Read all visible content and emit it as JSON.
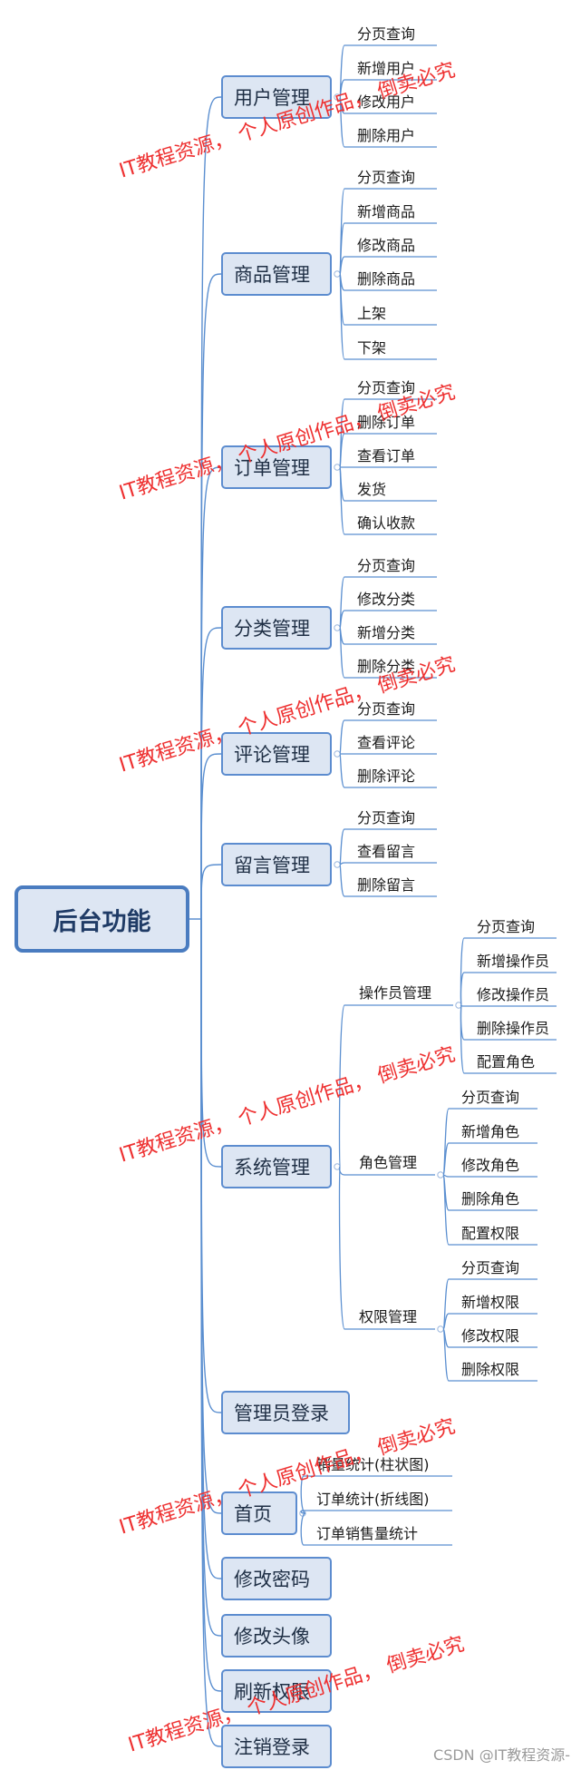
{
  "root": {
    "label": "后台功能"
  },
  "branches": [
    {
      "label": "用户管理",
      "children": [
        "分页查询",
        "新增用户",
        "修改用户",
        "删除用户"
      ]
    },
    {
      "label": "商品管理",
      "children": [
        "分页查询",
        "新增商品",
        "修改商品",
        "删除商品",
        "上架",
        "下架"
      ]
    },
    {
      "label": "订单管理",
      "children": [
        "分页查询",
        "删除订单",
        "查看订单",
        "发货",
        "确认收款"
      ]
    },
    {
      "label": "分类管理",
      "children": [
        "分页查询",
        "修改分类",
        "新增分类",
        "删除分类"
      ]
    },
    {
      "label": "评论管理",
      "children": [
        "分页查询",
        "查看评论",
        "删除评论"
      ]
    },
    {
      "label": "留言管理",
      "children": [
        "分页查询",
        "查看留言",
        "删除留言"
      ]
    },
    {
      "label": "系统管理",
      "subgroups": [
        {
          "label": "操作员管理",
          "children": [
            "分页查询",
            "新增操作员",
            "修改操作员",
            "删除操作员",
            "配置角色"
          ]
        },
        {
          "label": "角色管理",
          "children": [
            "分页查询",
            "新增角色",
            "修改角色",
            "删除角色",
            "配置权限"
          ]
        },
        {
          "label": "权限管理",
          "children": [
            "分页查询",
            "新增权限",
            "修改权限",
            "删除权限"
          ]
        }
      ]
    },
    {
      "label": "管理员登录",
      "children": []
    },
    {
      "label": "首页",
      "children": [
        "销量统计(柱状图)",
        "订单统计(折线图)",
        "订单销售量统计"
      ]
    },
    {
      "label": "修改密码",
      "children": []
    },
    {
      "label": "修改头像",
      "children": []
    },
    {
      "label": "刷新权限",
      "children": []
    },
    {
      "label": "注销登录",
      "children": []
    }
  ],
  "watermark": "IT教程资源， 个人原创作品， 倒卖必究",
  "credit": "CSDN @IT教程资源-",
  "colors": {
    "line": "#5b8fd0",
    "node_fill": "#dde6f3",
    "node_border": "#5c8ccf",
    "watermark": "#ee3030"
  }
}
